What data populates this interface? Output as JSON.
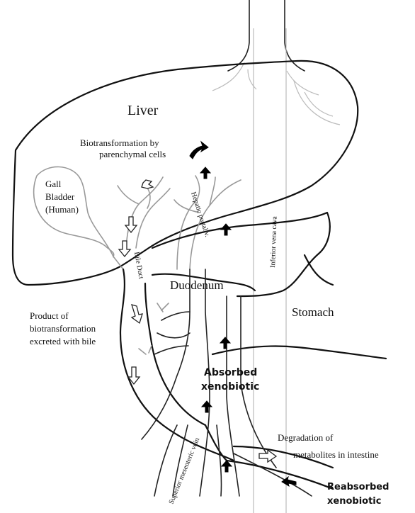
{
  "labels": {
    "liver": "Liver",
    "biotransformation_line1": "Biotransformation by",
    "biotransformation_line2": "parenchymal cells",
    "gall_line1": "Gall",
    "gall_line2": "Bladder",
    "gall_line3": "(Human)",
    "bile_duct": "Bile Duct",
    "hepatic_portal": "Hepatic portal v.",
    "inferior_vena_cava": "Inferior vena cava",
    "duodenum": "Duodenum",
    "stomach": "Stomach",
    "product_line1": "Product of",
    "product_line2": "biotransformation",
    "product_line3": "excreted with bile",
    "absorbed_line1": "Absorbed",
    "absorbed_line2": "xenobiotic",
    "superior_mesenteric": "Superior mesenteric vein",
    "degradation_line1": "Degradation of",
    "degradation_line2": "metabolites in intestine",
    "reabsorbed_line1": "Reabsorbed",
    "reabsorbed_line2": "xenobiotic"
  }
}
